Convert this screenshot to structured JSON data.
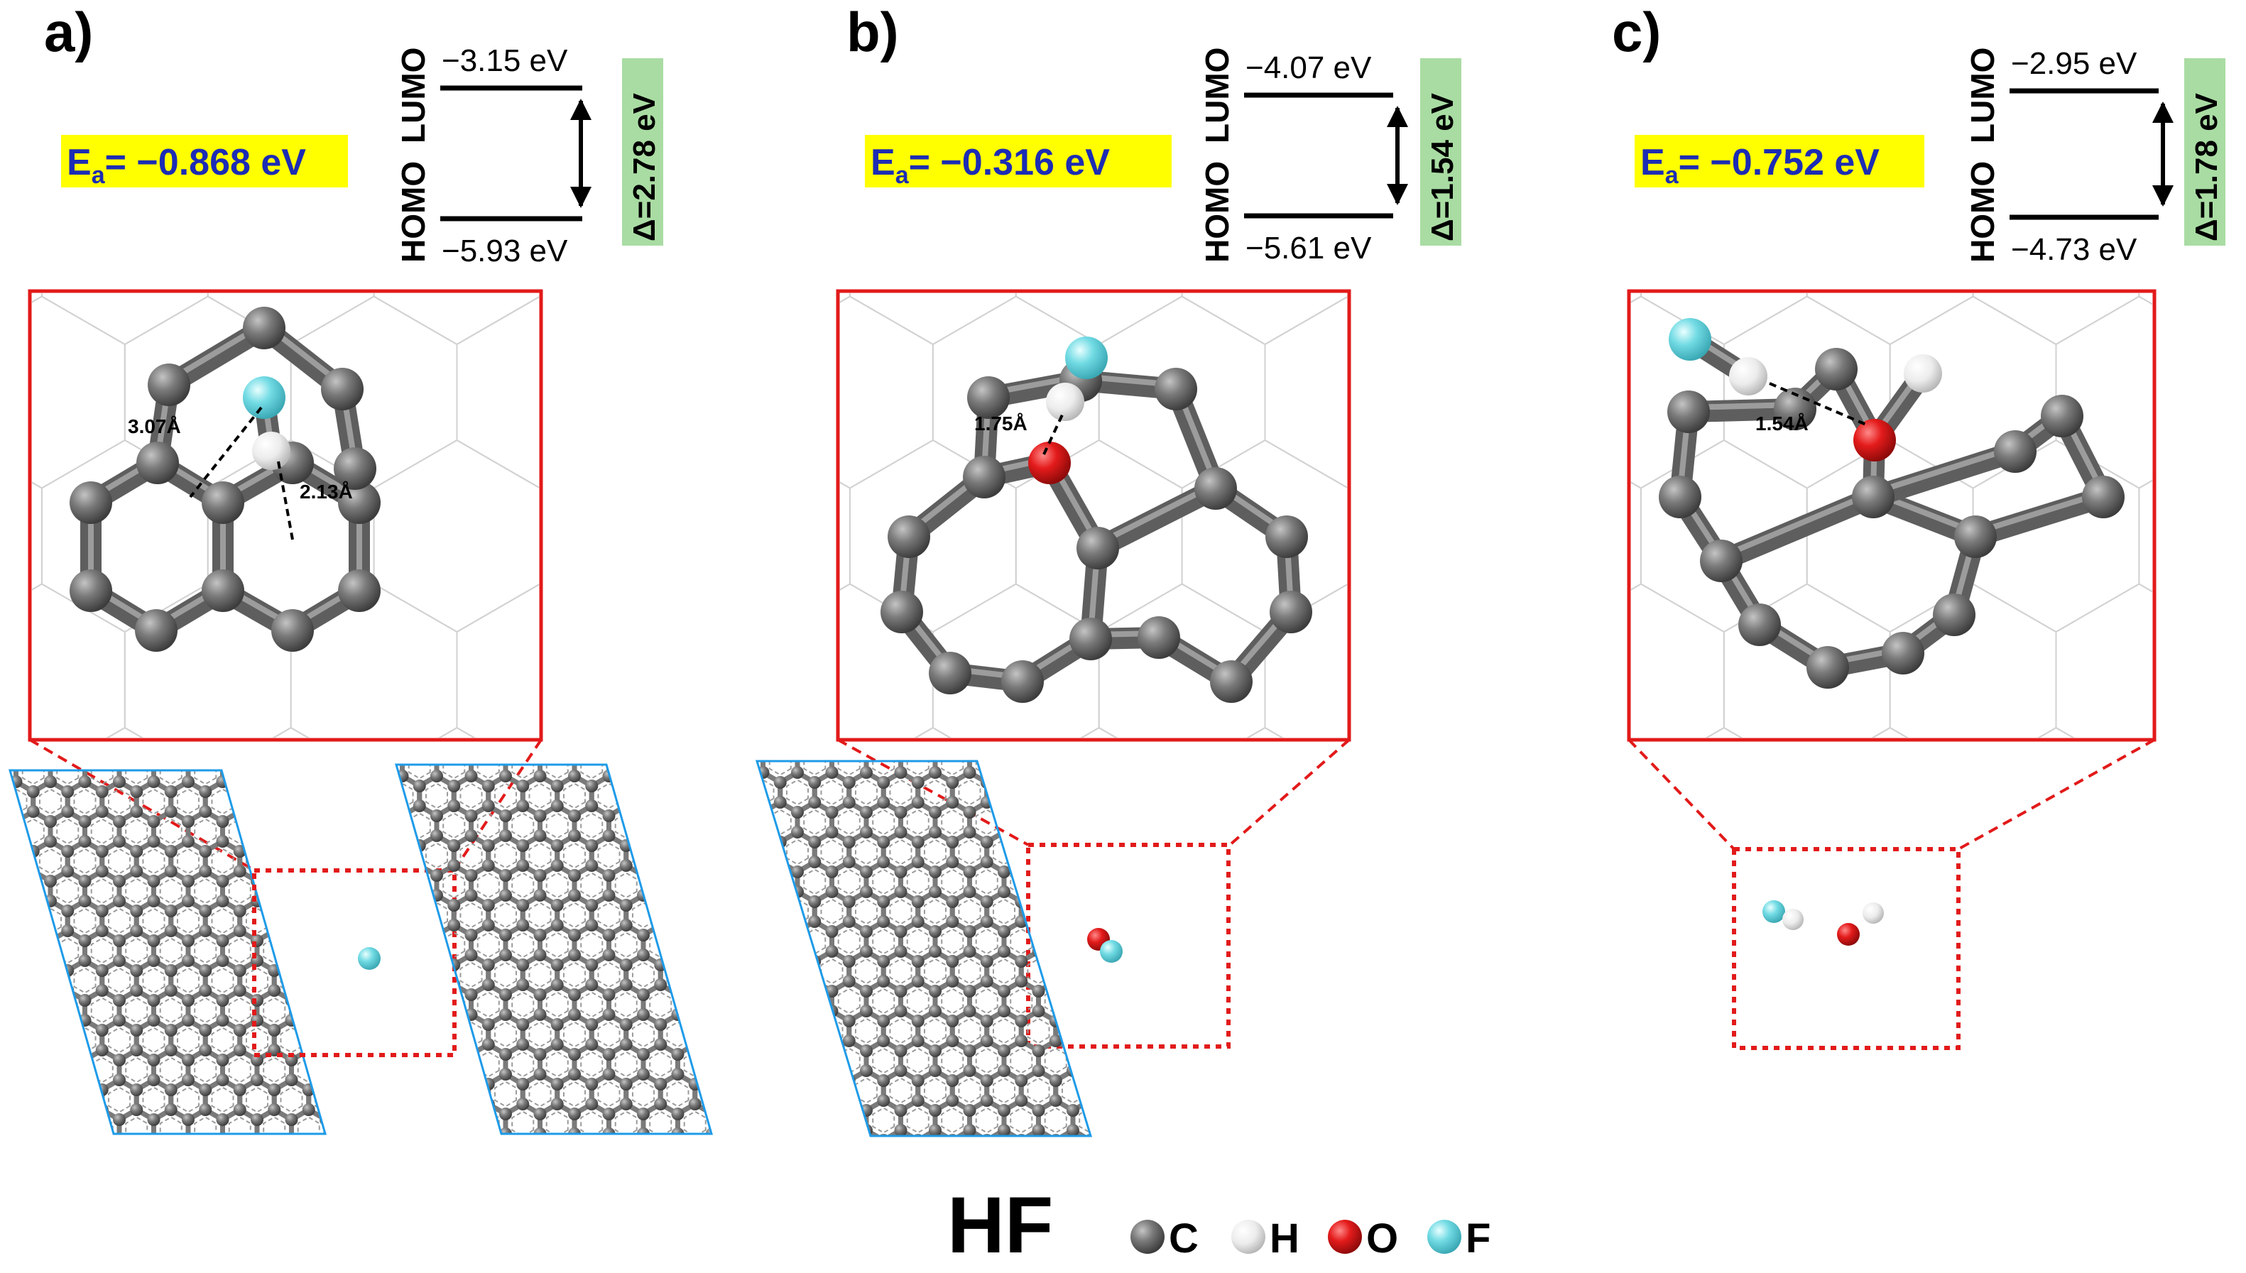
{
  "panels": [
    {
      "label": "a)",
      "ea_prefix": "E",
      "ea_sub": "a",
      "ea_value": "= −0.868 eV",
      "lumo_energy": "−3.15 eV",
      "homo_energy": "−5.93 eV",
      "homo_label": "HOMO",
      "lumo_label": "LUMO",
      "gap": "Δ=2.78 eV",
      "distances": [
        "3.07Å",
        "2.13Å"
      ]
    },
    {
      "label": "b)",
      "ea_prefix": "E",
      "ea_sub": "a",
      "ea_value": "= −0.316 eV",
      "lumo_energy": "−4.07 eV",
      "homo_energy": "−5.61 eV",
      "homo_label": "HOMO",
      "lumo_label": "LUMO",
      "gap": "Δ=1.54 eV",
      "distances": [
        "1.75Å"
      ]
    },
    {
      "label": "c)",
      "ea_prefix": "E",
      "ea_sub": "a",
      "ea_value": "= −0.752 eV",
      "lumo_energy": "−2.95 eV",
      "homo_energy": "−4.73 eV",
      "homo_label": "HOMO",
      "lumo_label": "LUMO",
      "gap": "Δ=1.78 eV",
      "distances": [
        "1.54Å"
      ]
    }
  ],
  "title": "HF",
  "legend": [
    {
      "symbol": "C",
      "color": "#6e6e6e"
    },
    {
      "symbol": "H",
      "color": "#f2f2f2"
    },
    {
      "symbol": "O",
      "color": "#e01818"
    },
    {
      "symbol": "F",
      "color": "#6fdbe4"
    }
  ],
  "colors": {
    "carbon": "#6e6e6e",
    "hydrogen": "#f2f2f2",
    "oxygen": "#e01818",
    "fluorine": "#6fdbe4",
    "zoom_box": "#e21a1a",
    "cell_border": "#1e9be8",
    "ea_highlight": "#ffff00",
    "ea_text": "#1c2cb4",
    "gap_highlight": "#a9dca3"
  }
}
